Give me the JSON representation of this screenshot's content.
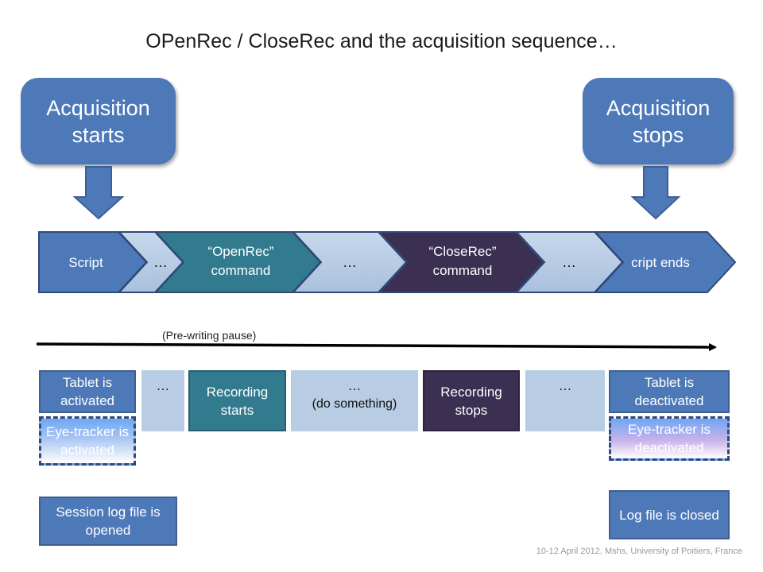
{
  "title": "OPenRec / CloseRec and the acquisition sequence…",
  "callouts": {
    "start": [
      "Acquisition",
      "starts"
    ],
    "stop": [
      "Acquisition",
      "stops"
    ]
  },
  "chevrons": {
    "script": "Script",
    "dots1": "…",
    "openrec": [
      "“OpenRec”",
      "command"
    ],
    "dots2": "…",
    "closerec": [
      "“CloseRec”",
      "command"
    ],
    "dots3": "…",
    "script_ends": "cript ends"
  },
  "timeline": {
    "pause_label": "(Pre-writing pause)"
  },
  "boxes": {
    "tablet_activated": "Tablet is activated",
    "dots_a": "…",
    "recording_starts": "Recording starts",
    "dots_b": "…",
    "do_something": "(do something)",
    "recording_stops": "Recording stops",
    "dots_c": "…",
    "tablet_deactivated": "Tablet is deactivated",
    "eye_activated": "Eye-tracker is activated",
    "eye_deactivated": "Eye-tracker is deactivated",
    "session_log": "Session log file is opened",
    "log_closed": "Log file is closed"
  },
  "footer": "10-12 April 2012, Mshs, University of Poitiers, France",
  "colors": {
    "blue": "#4e79b8",
    "teal": "#327b8f",
    "dark": "#3b2f52",
    "light": "#b8cde4"
  }
}
